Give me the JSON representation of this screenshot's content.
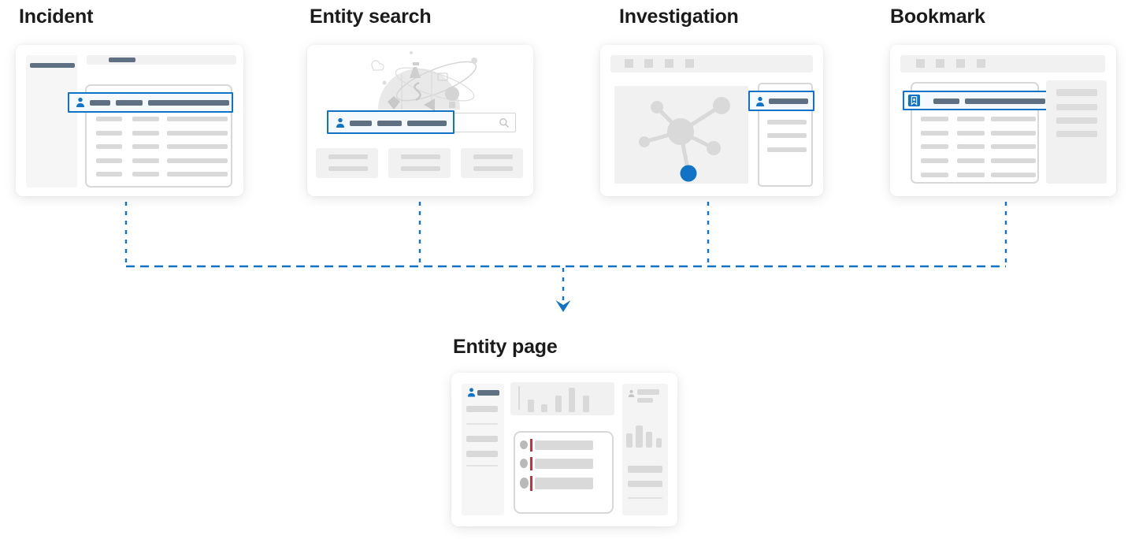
{
  "diagram": {
    "type": "flow",
    "background": "#ffffff",
    "nodes": [
      {
        "id": "incident",
        "label": "Incident",
        "role": "source",
        "depicts": [
          "app-window",
          "sidebar",
          "toolbar",
          "incident-table",
          "highlighted-entity-row"
        ]
      },
      {
        "id": "entity-search",
        "label": "Entity search",
        "role": "source",
        "depicts": [
          "illustration",
          "search-box",
          "highlighted-entity-suggestion",
          "result-cards"
        ]
      },
      {
        "id": "investigation",
        "label": "Investigation",
        "role": "source",
        "depicts": [
          "toolbar",
          "investigation-graph",
          "selected-entity-node",
          "details-pane",
          "highlighted-entity-row"
        ]
      },
      {
        "id": "bookmark",
        "label": "Bookmark",
        "role": "source",
        "depicts": [
          "toolbar",
          "bookmark-table",
          "highlighted-bookmark-row",
          "side-panel"
        ]
      },
      {
        "id": "entity-page",
        "label": "Entity page",
        "role": "target",
        "depicts": [
          "entity-header",
          "sidebar",
          "timeline-bar-chart",
          "alert-list",
          "insights-pane"
        ]
      }
    ],
    "edges": [
      {
        "from": "incident",
        "to": "entity-page"
      },
      {
        "from": "entity-search",
        "to": "entity-page"
      },
      {
        "from": "investigation",
        "to": "entity-page"
      },
      {
        "from": "bookmark",
        "to": "entity-page"
      }
    ],
    "connector": {
      "style": "dashed",
      "color": "#1173c5",
      "arrow": "down"
    },
    "icons": [
      "person-icon",
      "bookmark-icon",
      "search-icon",
      "graph-node-icon",
      "arrow-down-icon"
    ],
    "colors": {
      "accent_blue": "#1173c5",
      "title_text": "#1b1b1b",
      "slate_bar": "#5e7082",
      "placeholder_bar": "#d9d9d9",
      "panel_bg": "#f1f1f1",
      "card_bg": "#ffffff",
      "outline_gray": "#d8d8d8",
      "alert_red": "#c5313d",
      "highlight_bg": "#f4f9fd"
    }
  }
}
